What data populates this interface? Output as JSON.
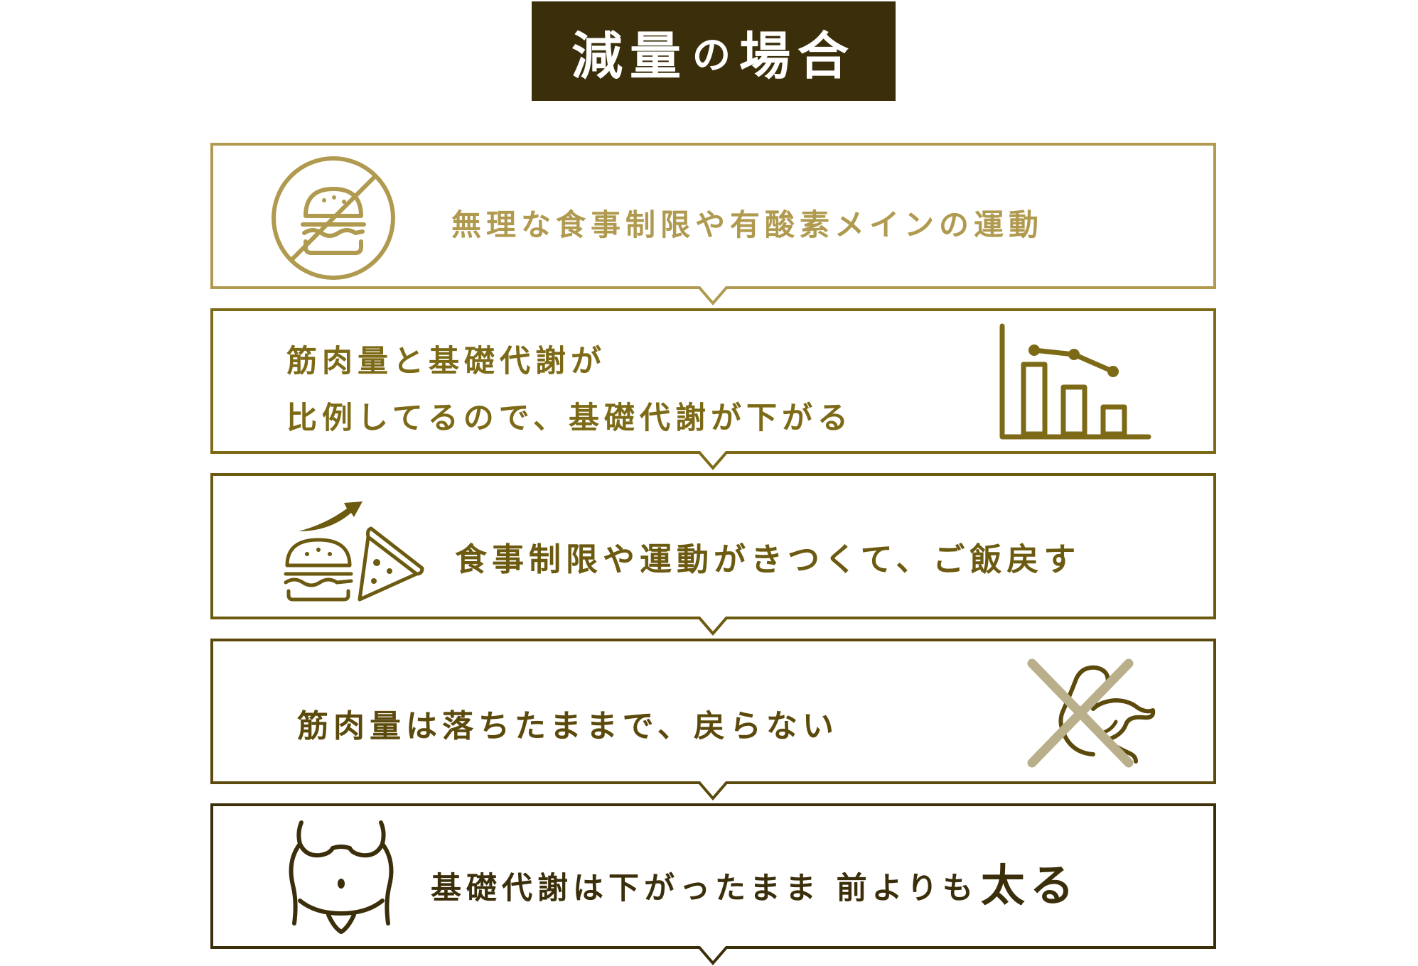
{
  "title": {
    "part1": "減量",
    "part2": "の",
    "part3": "場合"
  },
  "colors": {
    "title_bg": "#3b2f0b",
    "step1": "#b09a4f",
    "step2": "#7d6a17",
    "step3": "#6b5a10",
    "step4": "#5c4a0c",
    "step5": "#3b2f0b",
    "muscle_cross": "#b9b08b"
  },
  "steps": [
    {
      "text": "無理な食事制限や有酸素メインの運動",
      "icon": "no-burger-icon"
    },
    {
      "line1": "筋肉量と基礎代謝が",
      "line2": "比例してるので、基礎代謝が下がる",
      "icon": "declining-bar-chart-icon"
    },
    {
      "text": "食事制限や運動がきつくて、ご飯戻す",
      "icon": "burger-pizza-rising-icon"
    },
    {
      "text": "筋肉量は落ちたままで、戻らない",
      "icon": "crossed-muscle-icon"
    },
    {
      "text_main": "基礎代謝は下がったまま 前よりも",
      "text_emph": "太る",
      "icon": "belly-icon"
    }
  ]
}
